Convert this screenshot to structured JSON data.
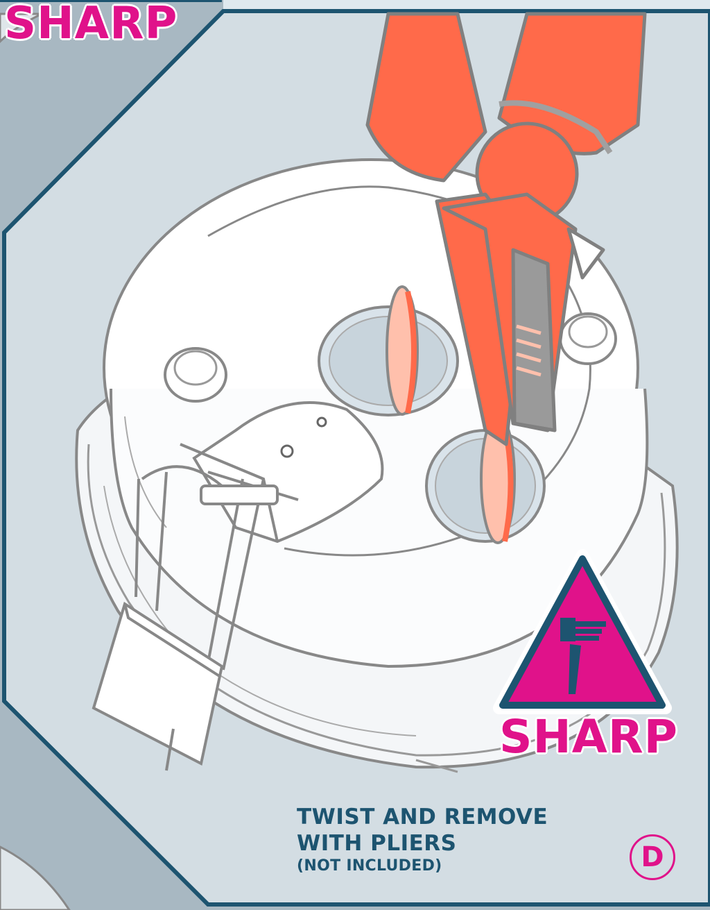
{
  "warning_top": {
    "label": "SHARP"
  },
  "warning_main": {
    "label": "SHARP",
    "icon": "sharp-hazard-icon"
  },
  "caption": {
    "line1": "TWIST AND REMOVE",
    "line2": "WITH PLIERS",
    "line3": "(NOT INCLUDED)"
  },
  "step": {
    "letter": "D"
  },
  "colors": {
    "panel": "#d3dde3",
    "border": "#1d5470",
    "pliers": "#ff6a4a",
    "warning": "#e0128a",
    "outline": "#888888"
  }
}
